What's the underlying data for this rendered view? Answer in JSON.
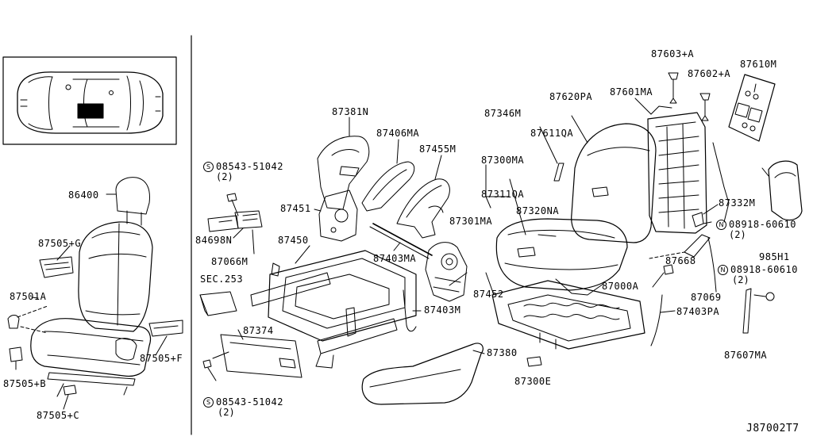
{
  "parts": {
    "p86400": "86400",
    "p87505g": "87505+G",
    "p87501a": "87501A",
    "p87505b": "87505+B",
    "p87505c": "87505+C",
    "p87505f": "87505+F",
    "p87381n": "87381N",
    "p87406ma": "87406MA",
    "p87455m": "87455M",
    "p87451": "87451",
    "p84698n": "84698N",
    "p87066m": "87066M",
    "p87450": "87450",
    "p87403ma": "87403MA",
    "p87403m": "87403M",
    "p87452": "87452",
    "sec253": "SEC.253",
    "p87374": "87374",
    "p87380": "87380",
    "p87300e": "87300E",
    "p87346m": "87346M",
    "p87620pa": "87620PA",
    "p87601ma": "87601MA",
    "p87603a": "87603+A",
    "p87602a": "87602+A",
    "p87610m": "87610M",
    "p87611qa": "87611QA",
    "p87300ma": "87300MA",
    "p87311qa": "87311QA",
    "p87301ma": "87301MA",
    "p87320na": "87320NA",
    "p87332m": "87332M",
    "p985h1": "985H1",
    "p87668": "87668",
    "p87000a": "87000A",
    "p87069": "87069",
    "p87403pa": "87403PA",
    "p87607ma": "87607MA"
  },
  "fasteners": {
    "s1": {
      "prefix": "S",
      "number": "08543-51042",
      "qty": "(2)"
    },
    "s2": {
      "prefix": "S",
      "number": "08543-51042",
      "qty": "(2)"
    },
    "n1": {
      "prefix": "N",
      "number": "08918-60610",
      "qty": "(2)"
    },
    "n2": {
      "prefix": "N",
      "number": "08918-60610",
      "qty": "(2)"
    }
  },
  "diagram_code": "J87002T7"
}
